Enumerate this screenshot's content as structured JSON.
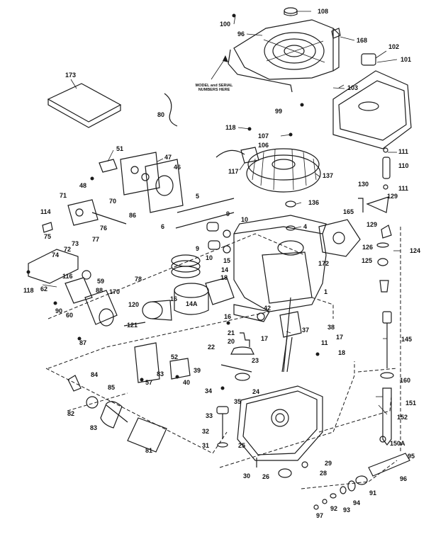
{
  "note": [
    "MODEL and SERIAL",
    "NUMBERS HERE"
  ],
  "callouts": [
    {
      "id": "c108",
      "text": "108"
    },
    {
      "id": "c100",
      "text": "100"
    },
    {
      "id": "c96",
      "text": "96"
    },
    {
      "id": "c168",
      "text": "168"
    },
    {
      "id": "c102",
      "text": "102"
    },
    {
      "id": "c101",
      "text": "101"
    },
    {
      "id": "c103",
      "text": "103"
    },
    {
      "id": "c173",
      "text": "173"
    },
    {
      "id": "c80",
      "text": "80"
    },
    {
      "id": "c99",
      "text": "99"
    },
    {
      "id": "c118a",
      "text": "118"
    },
    {
      "id": "c107",
      "text": "107"
    },
    {
      "id": "c106",
      "text": "106"
    },
    {
      "id": "c111a",
      "text": "111"
    },
    {
      "id": "c110",
      "text": "110"
    },
    {
      "id": "c111b",
      "text": "111"
    },
    {
      "id": "c51",
      "text": "51"
    },
    {
      "id": "c47",
      "text": "47"
    },
    {
      "id": "c46",
      "text": "46"
    },
    {
      "id": "c48",
      "text": "48"
    },
    {
      "id": "c117",
      "text": "117"
    },
    {
      "id": "c137",
      "text": "137"
    },
    {
      "id": "c130",
      "text": "130"
    },
    {
      "id": "c129a",
      "text": "129"
    },
    {
      "id": "c71",
      "text": "71"
    },
    {
      "id": "c70",
      "text": "70"
    },
    {
      "id": "c114",
      "text": "114"
    },
    {
      "id": "c76",
      "text": "76"
    },
    {
      "id": "c86",
      "text": "86"
    },
    {
      "id": "c5",
      "text": "5"
    },
    {
      "id": "c136",
      "text": "136"
    },
    {
      "id": "c165",
      "text": "165"
    },
    {
      "id": "c129b",
      "text": "129"
    },
    {
      "id": "c9a",
      "text": "9"
    },
    {
      "id": "c10a",
      "text": "10"
    },
    {
      "id": "c6",
      "text": "6"
    },
    {
      "id": "c4",
      "text": "4"
    },
    {
      "id": "c75",
      "text": "75"
    },
    {
      "id": "c73",
      "text": "73"
    },
    {
      "id": "c77",
      "text": "77"
    },
    {
      "id": "c72",
      "text": "72"
    },
    {
      "id": "c74",
      "text": "74"
    },
    {
      "id": "c9b",
      "text": "9"
    },
    {
      "id": "c10b",
      "text": "10"
    },
    {
      "id": "c126",
      "text": "126"
    },
    {
      "id": "c124",
      "text": "124"
    },
    {
      "id": "c172",
      "text": "172"
    },
    {
      "id": "c125",
      "text": "125"
    },
    {
      "id": "c116",
      "text": "116"
    },
    {
      "id": "c118b",
      "text": "118"
    },
    {
      "id": "c15",
      "text": "15"
    },
    {
      "id": "c14",
      "text": "14"
    },
    {
      "id": "c78",
      "text": "78"
    },
    {
      "id": "c59",
      "text": "59"
    },
    {
      "id": "c62",
      "text": "62"
    },
    {
      "id": "c88",
      "text": "88"
    },
    {
      "id": "c18",
      "text": "18"
    },
    {
      "id": "c16a",
      "text": "16"
    },
    {
      "id": "c170",
      "text": "170"
    },
    {
      "id": "c14A",
      "text": "14A"
    },
    {
      "id": "c1",
      "text": "1"
    },
    {
      "id": "c90",
      "text": "90"
    },
    {
      "id": "c60",
      "text": "60"
    },
    {
      "id": "c120",
      "text": "120"
    },
    {
      "id": "c42",
      "text": "42"
    },
    {
      "id": "c16b",
      "text": "16"
    },
    {
      "id": "c121",
      "text": "121"
    },
    {
      "id": "c37",
      "text": "37"
    },
    {
      "id": "c38",
      "text": "38"
    },
    {
      "id": "c87",
      "text": "87"
    },
    {
      "id": "c21a",
      "text": "21"
    },
    {
      "id": "c20",
      "text": "20"
    },
    {
      "id": "c17a",
      "text": "17"
    },
    {
      "id": "c11",
      "text": "11"
    },
    {
      "id": "c17b",
      "text": "17"
    },
    {
      "id": "c22",
      "text": "22"
    },
    {
      "id": "c18b",
      "text": "18"
    },
    {
      "id": "c145",
      "text": "145"
    },
    {
      "id": "c52",
      "text": "52"
    },
    {
      "id": "c83a",
      "text": "83"
    },
    {
      "id": "c39",
      "text": "39"
    },
    {
      "id": "c57",
      "text": "57"
    },
    {
      "id": "c40",
      "text": "40"
    },
    {
      "id": "c23",
      "text": "23"
    },
    {
      "id": "c84",
      "text": "84"
    },
    {
      "id": "c85",
      "text": "85"
    },
    {
      "id": "c160",
      "text": "160"
    },
    {
      "id": "c24",
      "text": "24"
    },
    {
      "id": "c34",
      "text": "34"
    },
    {
      "id": "c35",
      "text": "35"
    },
    {
      "id": "c151",
      "text": "151"
    },
    {
      "id": "c82",
      "text": "82"
    },
    {
      "id": "c33",
      "text": "33"
    },
    {
      "id": "c83b",
      "text": "83"
    },
    {
      "id": "c32",
      "text": "32"
    },
    {
      "id": "c152",
      "text": "152"
    },
    {
      "id": "c31",
      "text": "31"
    },
    {
      "id": "c25",
      "text": "25"
    },
    {
      "id": "c81",
      "text": "81"
    },
    {
      "id": "c150A",
      "text": "150A"
    },
    {
      "id": "c95",
      "text": "95"
    },
    {
      "id": "c29",
      "text": "29"
    },
    {
      "id": "c28",
      "text": "28"
    },
    {
      "id": "c30",
      "text": "30"
    },
    {
      "id": "c26",
      "text": "26"
    },
    {
      "id": "c91",
      "text": "91"
    },
    {
      "id": "c96b",
      "text": "96"
    },
    {
      "id": "c92",
      "text": "92"
    },
    {
      "id": "c94",
      "text": "94"
    },
    {
      "id": "c97",
      "text": "97"
    },
    {
      "id": "c93",
      "text": "93"
    }
  ]
}
